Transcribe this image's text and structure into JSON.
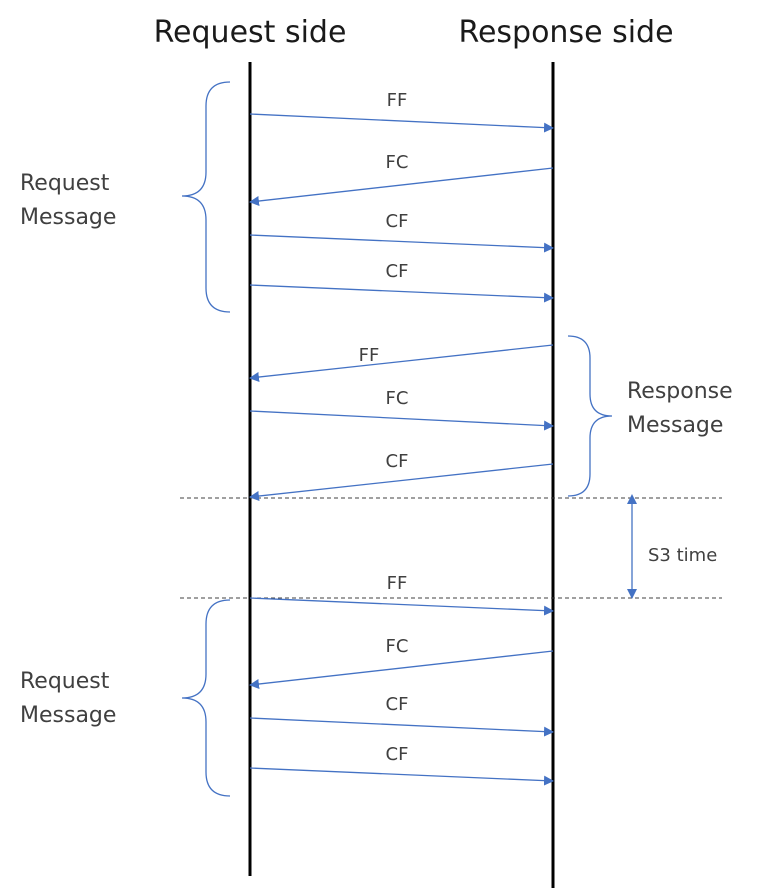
{
  "headers": {
    "request_side": "Request side",
    "response_side": "Response side"
  },
  "brackets": {
    "request_1": [
      "Request",
      "Message"
    ],
    "response": [
      "Response",
      "Message"
    ],
    "request_2": [
      "Request",
      "Message"
    ]
  },
  "messages": [
    "FF",
    "FC",
    "CF",
    "CF",
    "FF",
    "FC",
    "CF",
    "FF",
    "FC",
    "CF",
    "CF"
  ],
  "interval_label": "S3 time",
  "colors": {
    "arrow": "#4472c4",
    "lifeline": "#000000",
    "bracket": "#4472c4",
    "dashed": "#404040"
  }
}
